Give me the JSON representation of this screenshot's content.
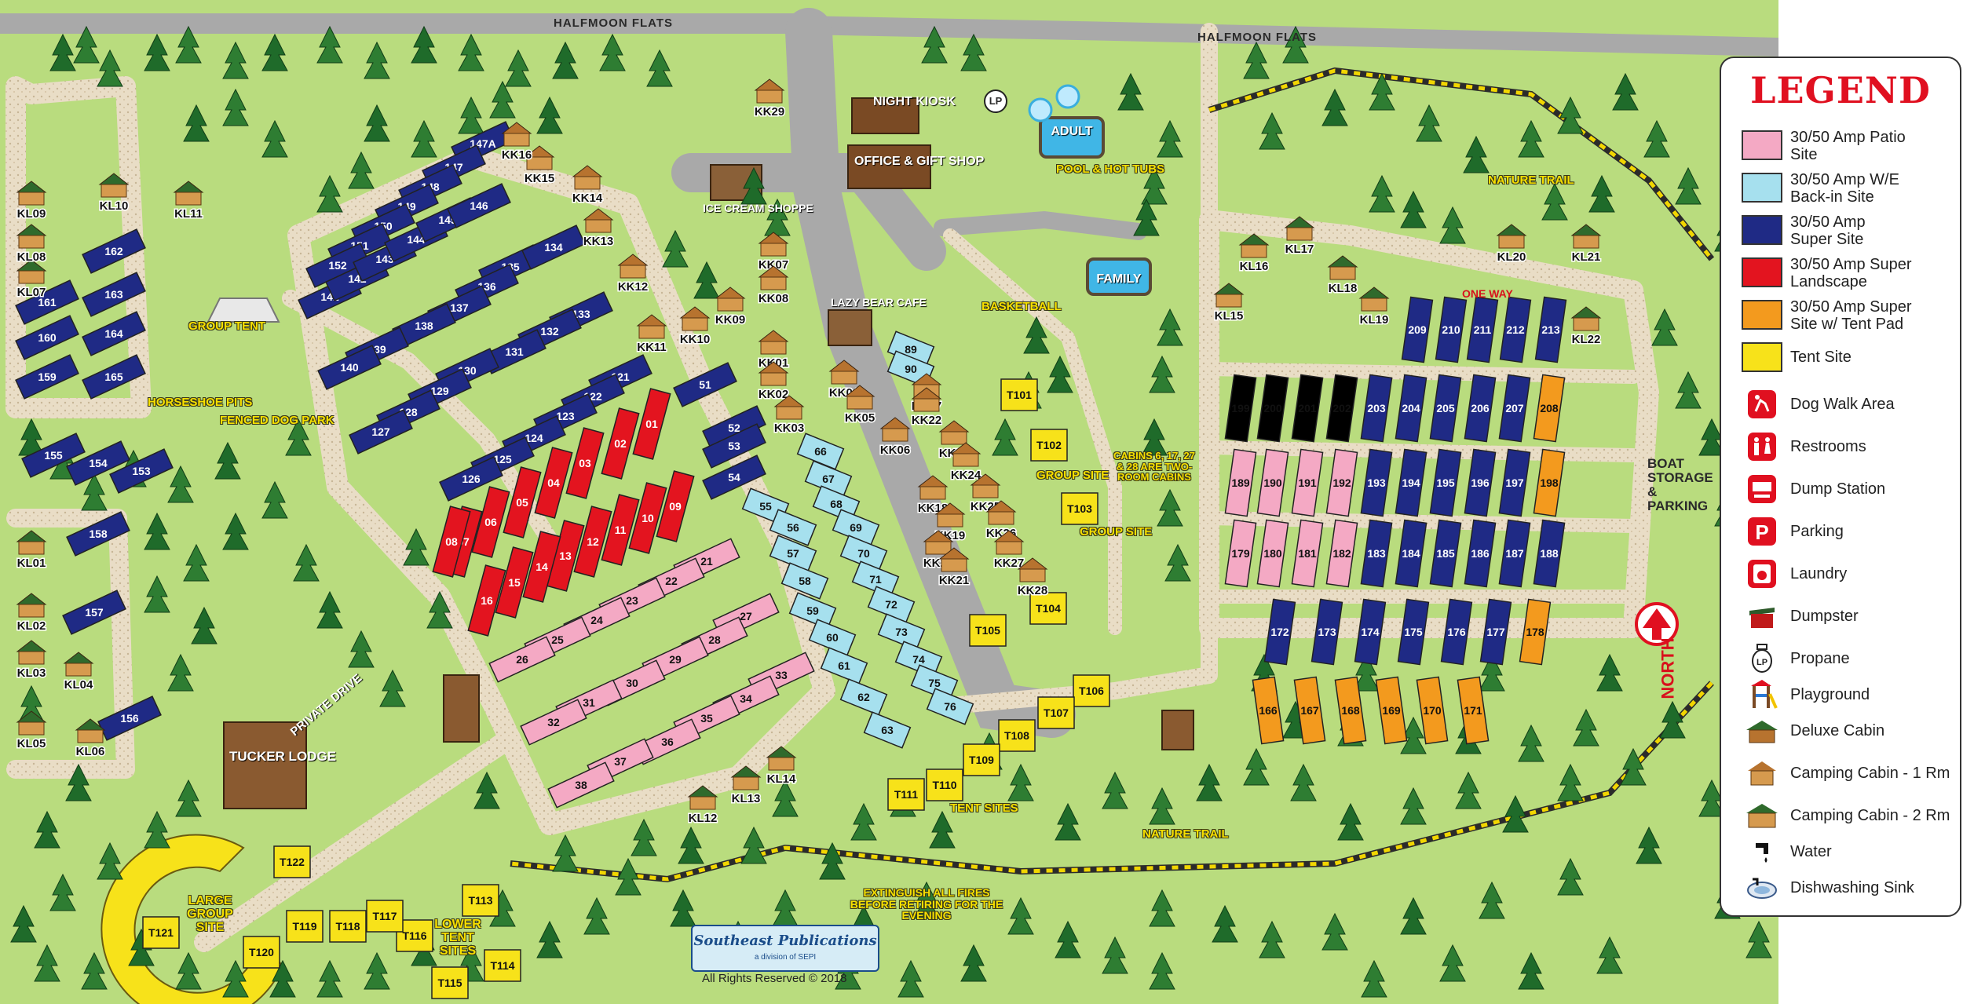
{
  "roads": {
    "halfmoon_west": "HALFMOON FLATS",
    "halfmoon_east": "HALFMOON FLATS",
    "private_drive": "PRIVATE DRIVE",
    "one_way": "ONE WAY"
  },
  "labels": {
    "night_kiosk": "NIGHT KIOSK",
    "office": "OFFICE & GIFT SHOP",
    "ice_cream": "ICE CREAM SHOPPE",
    "lazy_bear": "LAZY BEAR CAFE",
    "adult": "ADULT",
    "pool": "POOL & HOT TUBS",
    "family": "FAMILY",
    "basketball": "BASKETBALL",
    "group_tent": "GROUP TENT",
    "horseshoe": "HORSESHOE PITS",
    "dog_park": "FENCED DOG PARK",
    "tucker_lodge": "TUCKER LODGE",
    "group_site_1": "GROUP SITE",
    "group_site_2": "GROUP SITE",
    "cabins_note": "CABINS 6, 17, 27 & 28 ARE TWO-ROOM CABINS",
    "tent_sites": "TENT SITES",
    "nature_trail_1": "NATURE TRAIL",
    "nature_trail_2": "NATURE TRAIL",
    "boat_storage": "BOAT STORAGE & PARKING",
    "north": "NORTH",
    "large_group": "LARGE GROUP SITE",
    "lower_tent": "LOWER TENT SITES",
    "fires": "EXTINGUISH ALL FIRES BEFORE RETIRING FOR THE EVENING",
    "lp": "LP"
  },
  "credit": {
    "publisher": "Southeast Publications",
    "publisher_sub": "a division of SEPI",
    "copyright": "All Rights Reserved © 2018"
  },
  "legend": {
    "title": "LEGEND",
    "items": [
      {
        "label": "30/50 Amp Patio Site",
        "color": "#f4a9c4"
      },
      {
        "label": "30/50 Amp W/E Back-in Site",
        "color": "#a6e0ee"
      },
      {
        "label": "30/50 Amp Super Site",
        "color": "#1f2a85"
      },
      {
        "label": "30/50 Amp Super Landscape",
        "color": "#e3141f"
      },
      {
        "label": "30/50 Amp Super Site w/ Tent Pad",
        "color": "#f39a1e"
      },
      {
        "label": "Tent Site",
        "color": "#f7e21a"
      }
    ],
    "icons": [
      {
        "label": "Dog Walk Area",
        "icon": "dog-walk-icon"
      },
      {
        "label": "Restrooms",
        "icon": "restroom-icon"
      },
      {
        "label": "Dump Station",
        "icon": "dump-station-icon"
      },
      {
        "label": "Parking",
        "icon": "parking-icon"
      },
      {
        "label": "Laundry",
        "icon": "laundry-icon"
      },
      {
        "label": "Dumpster",
        "icon": "dumpster-icon"
      },
      {
        "label": "Propane",
        "icon": "propane-icon"
      },
      {
        "label": "Playground",
        "icon": "playground-icon"
      },
      {
        "label": "Deluxe Cabin",
        "icon": "deluxe-cabin-icon"
      },
      {
        "label": "Camping Cabin - 1 Rm",
        "icon": "cabin-1rm-icon"
      },
      {
        "label": "Camping Cabin - 2 Rm",
        "icon": "cabin-2rm-icon"
      },
      {
        "label": "Water",
        "icon": "water-icon"
      },
      {
        "label": "Dishwashing Sink",
        "icon": "dishwashing-sink-icon"
      }
    ]
  },
  "sites": {
    "super_left": [
      "147A",
      "147",
      "148",
      "149",
      "150",
      "151",
      "152",
      "141",
      "142",
      "143",
      "144",
      "145",
      "146",
      "135",
      "134",
      "136",
      "137",
      "138",
      "133",
      "132",
      "131",
      "139",
      "140",
      "130",
      "129",
      "128",
      "127",
      "121",
      "122",
      "123",
      "124",
      "125",
      "126",
      "153",
      "154",
      "155",
      "158",
      "157",
      "156",
      "161",
      "160",
      "159",
      "162",
      "163",
      "164",
      "165",
      "51",
      "52",
      "53",
      "54"
    ],
    "landscape": [
      "01",
      "02",
      "03",
      "04",
      "05",
      "06",
      "07",
      "08",
      "09",
      "10",
      "11",
      "12",
      "13",
      "14",
      "15",
      "16"
    ],
    "patio_left": [
      "21",
      "22",
      "23",
      "24",
      "25",
      "26",
      "27",
      "28",
      "29",
      "30",
      "31",
      "32",
      "33",
      "34",
      "35",
      "36",
      "37",
      "38"
    ],
    "backin": [
      "55",
      "56",
      "57",
      "58",
      "59",
      "60",
      "61",
      "62",
      "63",
      "66",
      "67",
      "68",
      "69",
      "70",
      "71",
      "72",
      "73",
      "74",
      "75",
      "76",
      "89",
      "90"
    ],
    "east_super_top": [
      "209",
      "210",
      "211",
      "212",
      "213"
    ],
    "east_row1": [
      "199",
      "200",
      "201",
      "202",
      "203",
      "204",
      "205",
      "206",
      "207",
      "208"
    ],
    "east_row2": [
      "189",
      "190",
      "191",
      "192",
      "193",
      "194",
      "195",
      "196",
      "197",
      "198"
    ],
    "east_row3": [
      "179",
      "180",
      "181",
      "182",
      "183",
      "184",
      "185",
      "186",
      "187",
      "188"
    ],
    "east_row4": [
      "172",
      "173",
      "174",
      "175",
      "176",
      "177",
      "178"
    ],
    "east_bottom": [
      "166",
      "167",
      "168",
      "169",
      "170",
      "171"
    ],
    "tent": [
      "T101",
      "T102",
      "T103",
      "T104",
      "T105",
      "T106",
      "T107",
      "T108",
      "T109",
      "T110",
      "T111",
      "T113",
      "T114",
      "T115",
      "T116",
      "T117",
      "T118",
      "T119",
      "T120",
      "T121",
      "T122"
    ]
  },
  "cabins": [
    "KL01",
    "KL02",
    "KL03",
    "KL04",
    "KL05",
    "KL06",
    "KL07",
    "KL08",
    "KL09",
    "KL10",
    "KL11",
    "KL12",
    "KL13",
    "KL14",
    "KL15",
    "KL16",
    "KL17",
    "KL18",
    "KL19",
    "KL20",
    "KL21",
    "KL22",
    "KK01",
    "KK02",
    "KK03",
    "KK04",
    "KK05",
    "KK06",
    "KK07",
    "KK08",
    "KK09",
    "KK10",
    "KK11",
    "KK12",
    "KK13",
    "KK14",
    "KK15",
    "KK16",
    "KK17",
    "KK18",
    "KK19",
    "KK20",
    "KK21",
    "KK22",
    "KK23",
    "KK24",
    "KK25",
    "KK26",
    "KK27",
    "KK28",
    "KK29"
  ]
}
